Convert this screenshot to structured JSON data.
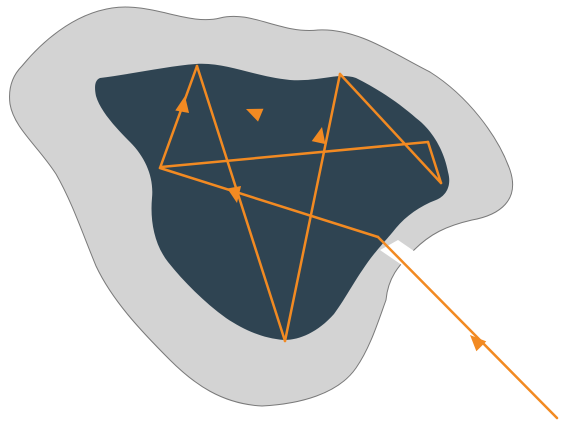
{
  "colors": {
    "background": "#ffffff",
    "outer_shell": "#d3d3d3",
    "outer_shell_stroke": "#7a7a7a",
    "cavity": "#2f4452",
    "ray": "#f28a22"
  },
  "diagram": {
    "elements": [
      {
        "id": "outer-shell",
        "kind": "region"
      },
      {
        "id": "cavity",
        "kind": "region"
      },
      {
        "id": "entry-slit",
        "kind": "aperture"
      },
      {
        "id": "light-ray",
        "kind": "reflecting-ray",
        "bounces": 8
      }
    ]
  }
}
